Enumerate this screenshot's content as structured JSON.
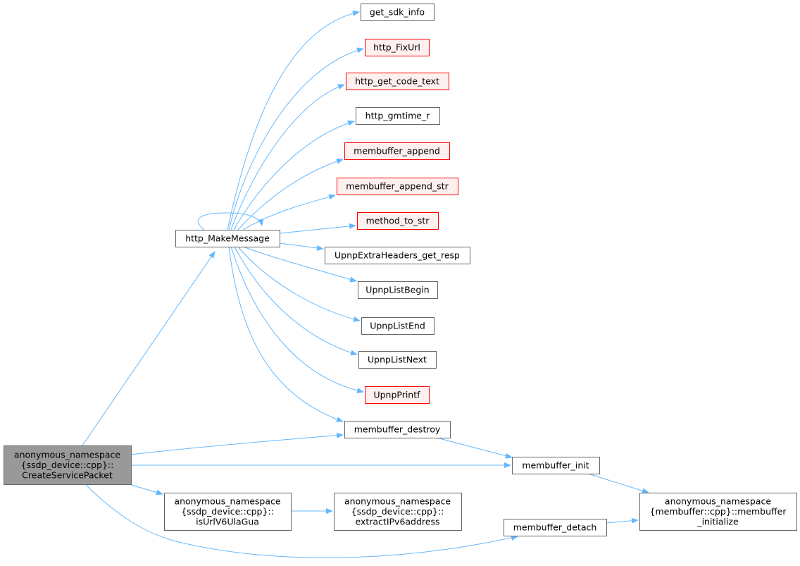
{
  "colors": {
    "edge": "#63b8ff",
    "node_border": "#666666",
    "node_fill": "#ffffff",
    "root_fill": "#999999",
    "incomplete_border": "#ff0000",
    "incomplete_fill": "#fff0f0"
  },
  "nodes": {
    "create_service_packet": {
      "lines": [
        "anonymous_namespace",
        "{ssdp_device::cpp}::",
        "CreateServicePacket"
      ],
      "style": "root"
    },
    "http_make_message": {
      "lines": [
        "http_MakeMessage"
      ],
      "style": "normal"
    },
    "get_sdk_info": {
      "lines": [
        "get_sdk_info"
      ],
      "style": "normal"
    },
    "http_fixurl": {
      "lines": [
        "http_FixUrl"
      ],
      "style": "red"
    },
    "http_get_code_text": {
      "lines": [
        "http_get_code_text"
      ],
      "style": "red"
    },
    "http_gmtime_r": {
      "lines": [
        "http_gmtime_r"
      ],
      "style": "normal"
    },
    "membuffer_append": {
      "lines": [
        "membuffer_append"
      ],
      "style": "red"
    },
    "membuffer_append_str": {
      "lines": [
        "membuffer_append_str"
      ],
      "style": "red"
    },
    "method_to_str": {
      "lines": [
        "method_to_str"
      ],
      "style": "red"
    },
    "upnp_extra_headers_get_resp": {
      "lines": [
        "UpnpExtraHeaders_get_resp"
      ],
      "style": "normal"
    },
    "upnp_list_begin": {
      "lines": [
        "UpnpListBegin"
      ],
      "style": "normal"
    },
    "upnp_list_end": {
      "lines": [
        "UpnpListEnd"
      ],
      "style": "normal"
    },
    "upnp_list_next": {
      "lines": [
        "UpnpListNext"
      ],
      "style": "normal"
    },
    "upnp_printf": {
      "lines": [
        "UpnpPrintf"
      ],
      "style": "red"
    },
    "membuffer_destroy": {
      "lines": [
        "membuffer_destroy"
      ],
      "style": "normal"
    },
    "membuffer_init": {
      "lines": [
        "membuffer_init"
      ],
      "style": "normal"
    },
    "is_url_v6_ula_gua": {
      "lines": [
        "anonymous_namespace",
        "{ssdp_device::cpp}::",
        "isUrlV6UlaGua"
      ],
      "style": "normal"
    },
    "extract_ipv6_address": {
      "lines": [
        "anonymous_namespace",
        "{ssdp_device::cpp}::",
        "extractIPv6address"
      ],
      "style": "normal"
    },
    "membuffer_detach": {
      "lines": [
        "membuffer_detach"
      ],
      "style": "normal"
    },
    "membuffer_initialize": {
      "lines": [
        "anonymous_namespace",
        "{membuffer::cpp}::membuffer",
        "_initialize"
      ],
      "style": "normal"
    }
  },
  "edges": [
    {
      "from": "create_service_packet",
      "to": "http_make_message"
    },
    {
      "from": "create_service_packet",
      "to": "membuffer_destroy"
    },
    {
      "from": "create_service_packet",
      "to": "membuffer_init"
    },
    {
      "from": "create_service_packet",
      "to": "is_url_v6_ula_gua"
    },
    {
      "from": "create_service_packet",
      "to": "membuffer_detach"
    },
    {
      "from": "http_make_message",
      "to": "http_make_message"
    },
    {
      "from": "http_make_message",
      "to": "get_sdk_info"
    },
    {
      "from": "http_make_message",
      "to": "http_fixurl"
    },
    {
      "from": "http_make_message",
      "to": "http_get_code_text"
    },
    {
      "from": "http_make_message",
      "to": "http_gmtime_r"
    },
    {
      "from": "http_make_message",
      "to": "membuffer_append"
    },
    {
      "from": "http_make_message",
      "to": "membuffer_append_str"
    },
    {
      "from": "http_make_message",
      "to": "method_to_str"
    },
    {
      "from": "http_make_message",
      "to": "upnp_extra_headers_get_resp"
    },
    {
      "from": "http_make_message",
      "to": "upnp_list_begin"
    },
    {
      "from": "http_make_message",
      "to": "upnp_list_end"
    },
    {
      "from": "http_make_message",
      "to": "upnp_list_next"
    },
    {
      "from": "http_make_message",
      "to": "upnp_printf"
    },
    {
      "from": "http_make_message",
      "to": "membuffer_destroy"
    },
    {
      "from": "membuffer_destroy",
      "to": "membuffer_init"
    },
    {
      "from": "membuffer_init",
      "to": "membuffer_initialize"
    },
    {
      "from": "is_url_v6_ula_gua",
      "to": "extract_ipv6_address"
    },
    {
      "from": "membuffer_detach",
      "to": "membuffer_initialize"
    }
  ]
}
